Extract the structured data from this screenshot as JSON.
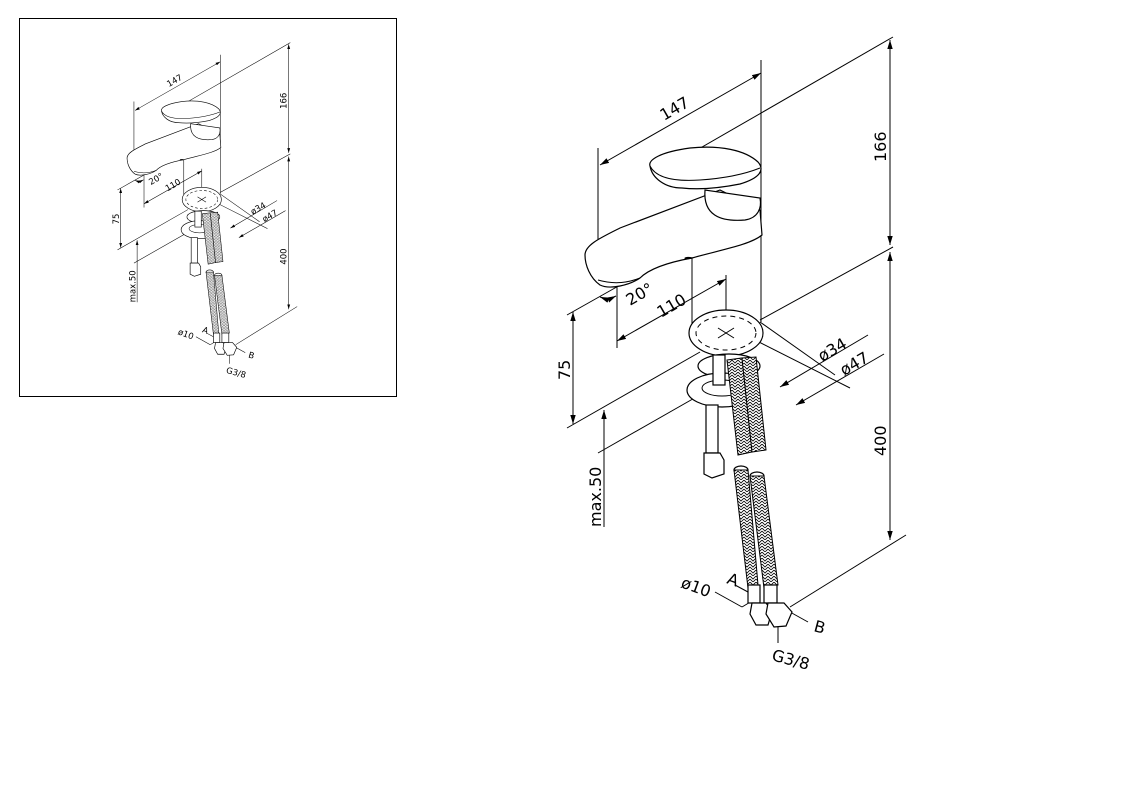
{
  "drawing": {
    "title": "Single lever basin mixer - dimension drawing",
    "dimensions": {
      "width": "147",
      "height_top": "166",
      "hose_length": "400",
      "spout_reach": "110",
      "spout_angle": "20°",
      "spout_height": "75",
      "max_thickness": "max.50",
      "base_d1": "ø34",
      "base_d2": "ø47",
      "hose_d": "ø10",
      "label_a": "A",
      "label_b": "B",
      "thread": "G3/8"
    },
    "colors": {
      "line": "#000000",
      "background": "#ffffff",
      "frame": "#000000"
    }
  }
}
